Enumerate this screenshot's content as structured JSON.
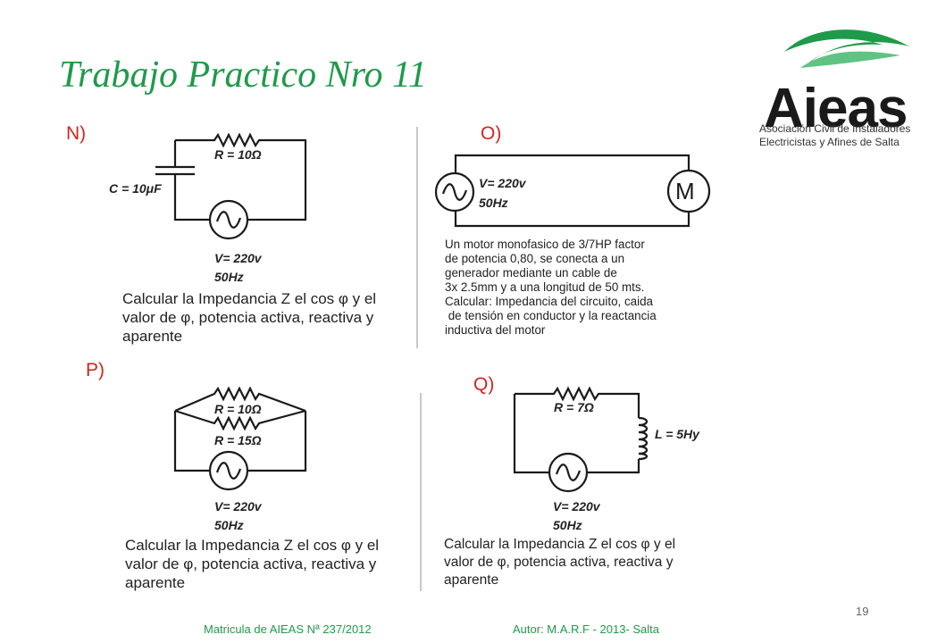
{
  "title": "Trabajo Practico Nro 11",
  "logo": {
    "name": "Aieas",
    "subtitle_line1": "Asociación Civil de Instaladores",
    "subtitle_line2": "Electricistas y Afines de Salta"
  },
  "panels": {
    "n": {
      "letter": "N)",
      "capacitor": "C = 10μF",
      "resistor": "R = 10Ω",
      "voltage": "V= 220v",
      "frequency": "50Hz",
      "desc": [
        "Calcular la Impedancia Z el cos φ y el",
        "valor de φ, potencia activa, reactiva y",
        "aparente"
      ]
    },
    "o": {
      "letter": "O)",
      "voltage": "V= 220v",
      "frequency": "50Hz",
      "motor": "M",
      "desc": [
        "Un motor monofasico de 3/7HP factor",
        "de potencia 0,80, se conecta a un",
        "generador mediante un cable de",
        "3x 2.5mm y a una longitud de 50 mts.",
        "Calcular: Impedancia del circuito, caida",
        " de tensión en conductor y la reactancia",
        "inductiva del motor"
      ]
    },
    "p": {
      "letter": "P)",
      "r1": "R = 10Ω",
      "r2": "R = 15Ω",
      "voltage": "V= 220v",
      "frequency": "50Hz",
      "desc": [
        "Calcular la Impedancia Z el cos φ y el",
        "valor de φ, potencia activa, reactiva y",
        "aparente"
      ]
    },
    "q": {
      "letter": "Q)",
      "resistor": "R = 7Ω",
      "inductor": "L = 5Hy",
      "voltage": "V= 220v",
      "frequency": "50Hz",
      "desc": [
        "Calcular la Impedancia Z el cos φ y el",
        "valor de φ, potencia activa, reactiva y",
        "aparente"
      ]
    }
  },
  "footer": {
    "left": "Matricula de AIEAS Nª 237/2012",
    "right": "Autor: M.A.R.F - 2013- Salta",
    "page": "19"
  },
  "colors": {
    "title": "#1f9a4a",
    "letters": "#d0261d",
    "footer": "#1f9a4a"
  }
}
